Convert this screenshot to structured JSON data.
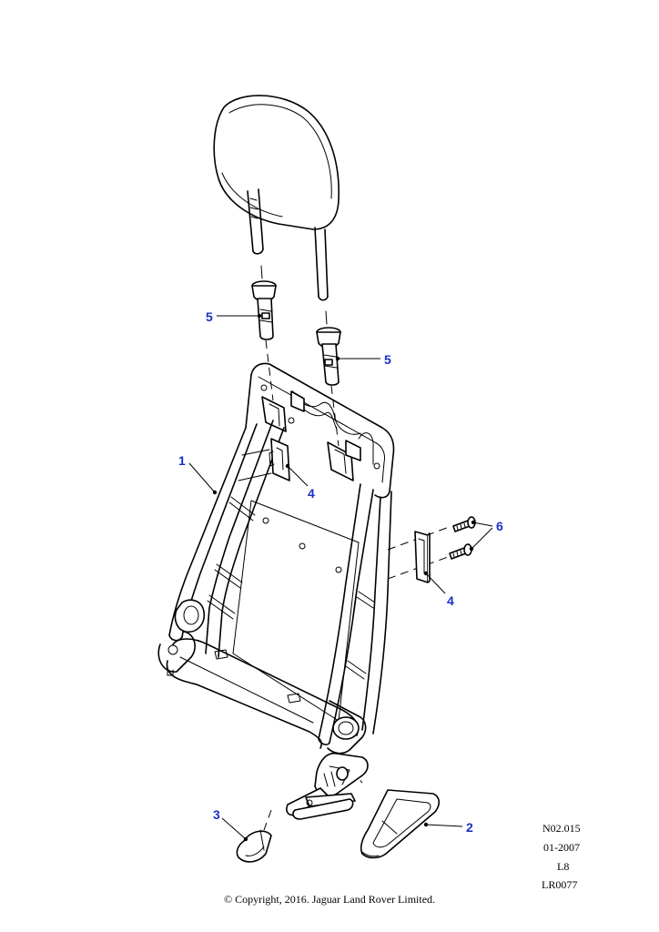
{
  "callouts": [
    {
      "id": "c1",
      "label": "1"
    },
    {
      "id": "c2",
      "label": "2"
    },
    {
      "id": "c3",
      "label": "3"
    },
    {
      "id": "c4a",
      "label": "4"
    },
    {
      "id": "c4b",
      "label": "4"
    },
    {
      "id": "c5a",
      "label": "5"
    },
    {
      "id": "c5b",
      "label": "5"
    },
    {
      "id": "c6",
      "label": "6"
    }
  ],
  "meta": {
    "ref": "N02.015",
    "date": "01-2007",
    "level": "L8",
    "code": "LR0077"
  },
  "copyright": "© Copyright, 2016. Jaguar Land Rover Limited.",
  "colors": {
    "line": "#000000",
    "callout": "#1a2fc4",
    "background": "#ffffff"
  }
}
